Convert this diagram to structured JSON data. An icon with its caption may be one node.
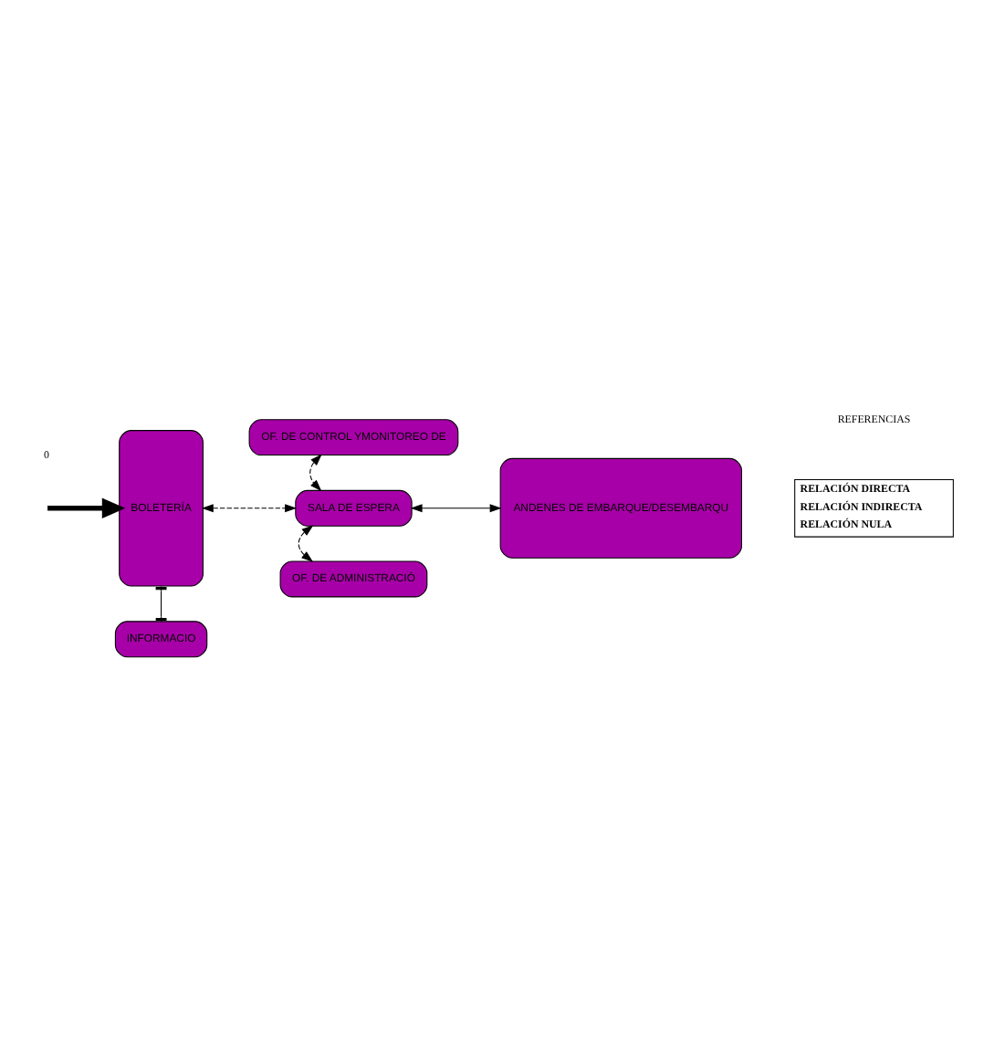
{
  "diagram": {
    "nodes": [
      {
        "text": [
          "BOLETERÍA"
        ]
      },
      {
        "text": [
          "OF. DE CONTROL YMONITOREO DE"
        ]
      },
      {
        "text": [
          "SALA DE ESPERA"
        ]
      },
      {
        "text": [
          "ANDENES DE EMBARQUE/DESEMBARQU"
        ]
      },
      {
        "text": [
          "OF. DE ADMINISTRACIÓ"
        ]
      },
      {
        "text": [
          "INFORMACIO"
        ]
      }
    ],
    "edges": [
      {
        "from": null,
        "to": 0,
        "arrow": "to",
        "style": "thick"
      },
      {
        "from": 0,
        "to": 2,
        "arrow": "both",
        "style": "dashed"
      },
      {
        "from": 1,
        "to": 2,
        "arrow": "both",
        "style": "dashed"
      },
      {
        "from": 2,
        "to": 3,
        "arrow": "both"
      },
      {
        "from": 2,
        "to": 4,
        "arrow": "both",
        "style": "dashed"
      },
      {
        "from": 0,
        "to": 5,
        "arrow": "other"
      }
    ],
    "labels": [
      "0",
      "REFERENCIAS"
    ],
    "legend": [
      {
        "text": "RELACIÓN DIRECTA"
      },
      {
        "text": "RELACIÓN INDIRECTA"
      },
      {
        "text": "RELACIÓN NULA"
      }
    ]
  }
}
